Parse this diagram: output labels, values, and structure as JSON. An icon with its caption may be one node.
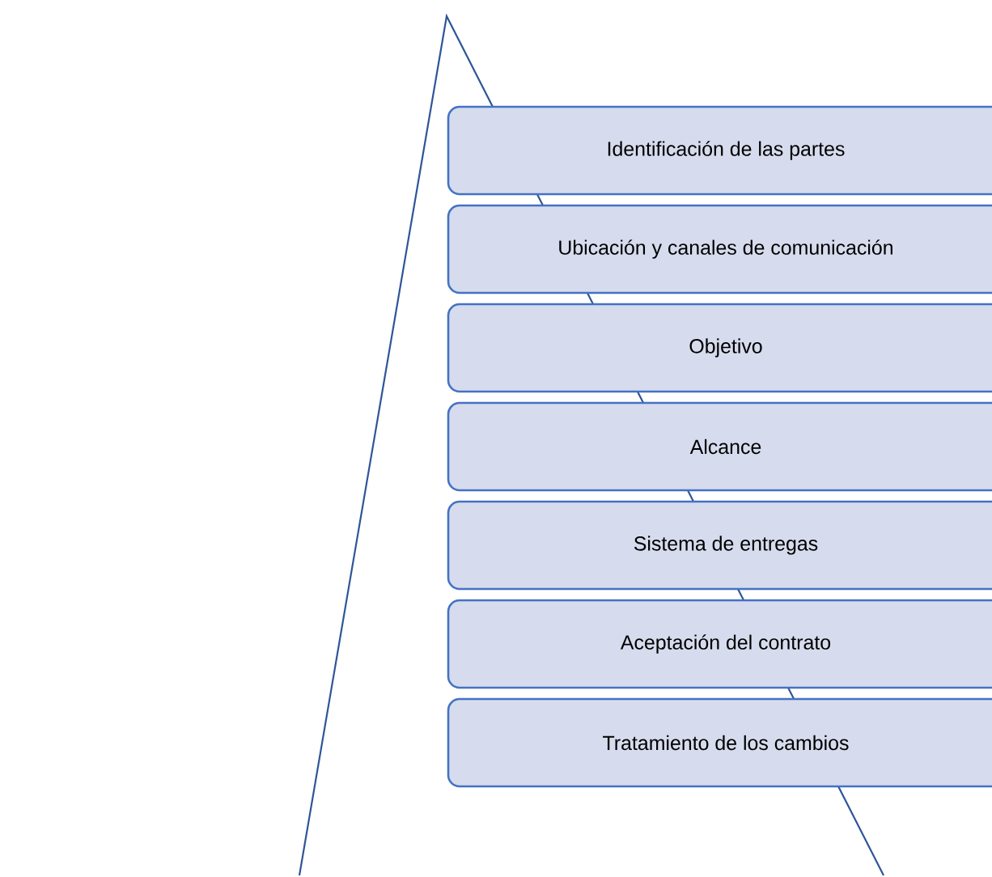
{
  "diagram": {
    "nodes": [
      {
        "text": [
          "Identificación de las partes"
        ]
      },
      {
        "text": [
          "Ubicación y canales de comunicación"
        ]
      },
      {
        "text": [
          "Objetivo"
        ]
      },
      {
        "text": [
          "Alcance"
        ]
      },
      {
        "text": [
          "Sistema de entregas"
        ]
      },
      {
        "text": [
          "Aceptación del contrato"
        ]
      },
      {
        "text": [
          "Tratamiento de los cambios"
        ]
      }
    ]
  }
}
